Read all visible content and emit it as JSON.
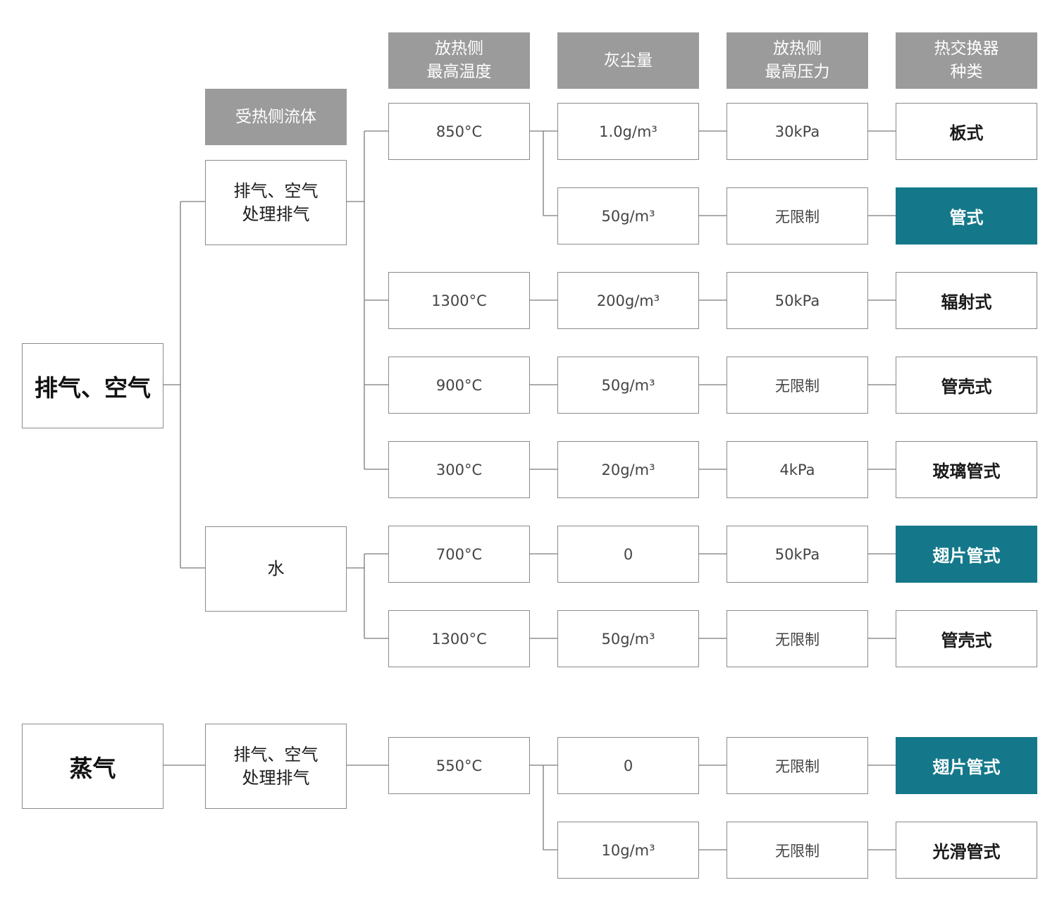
{
  "colors": {
    "header": "#9b9b9b",
    "highlight": "#14788a",
    "line": "#7a7a7a",
    "border": "#8a8a8a"
  },
  "headers": {
    "receiving_fluid": "受热侧流体",
    "max_temp": "放热侧\n最高温度",
    "dust": "灰尘量",
    "max_pressure": "放热侧\n最高压力",
    "hx_type": "热交换器\n种类"
  },
  "sources": {
    "exhaust_air": "排气、空气",
    "steam": "蒸气"
  },
  "fluids": {
    "exhaust_treatment": "排气、空气\n处理排气",
    "water": "水",
    "steam_exhaust_treatment": "排气、空气\n处理排气"
  },
  "rows": [
    {
      "temp": "850°C",
      "dust": "1.0g/m³",
      "pressure": "30kPa",
      "type": "板式"
    },
    {
      "dust": "50g/m³",
      "pressure": "无限制",
      "type": "管式",
      "highlight": true
    },
    {
      "temp": "1300°C",
      "dust": "200g/m³",
      "pressure": "50kPa",
      "type": "辐射式"
    },
    {
      "temp": "900°C",
      "dust": "50g/m³",
      "pressure": "无限制",
      "type": "管壳式"
    },
    {
      "temp": "300°C",
      "dust": "20g/m³",
      "pressure": "4kPa",
      "type": "玻璃管式"
    },
    {
      "temp": "700°C",
      "dust": "0",
      "pressure": "50kPa",
      "type": "翅片管式",
      "highlight": true
    },
    {
      "temp": "1300°C",
      "dust": "50g/m³",
      "pressure": "无限制",
      "type": "管壳式"
    },
    {
      "temp": "550°C",
      "dust": "0",
      "pressure": "无限制",
      "type": "翅片管式",
      "highlight": true
    },
    {
      "dust": "10g/m³",
      "pressure": "无限制",
      "type": "光滑管式"
    }
  ]
}
